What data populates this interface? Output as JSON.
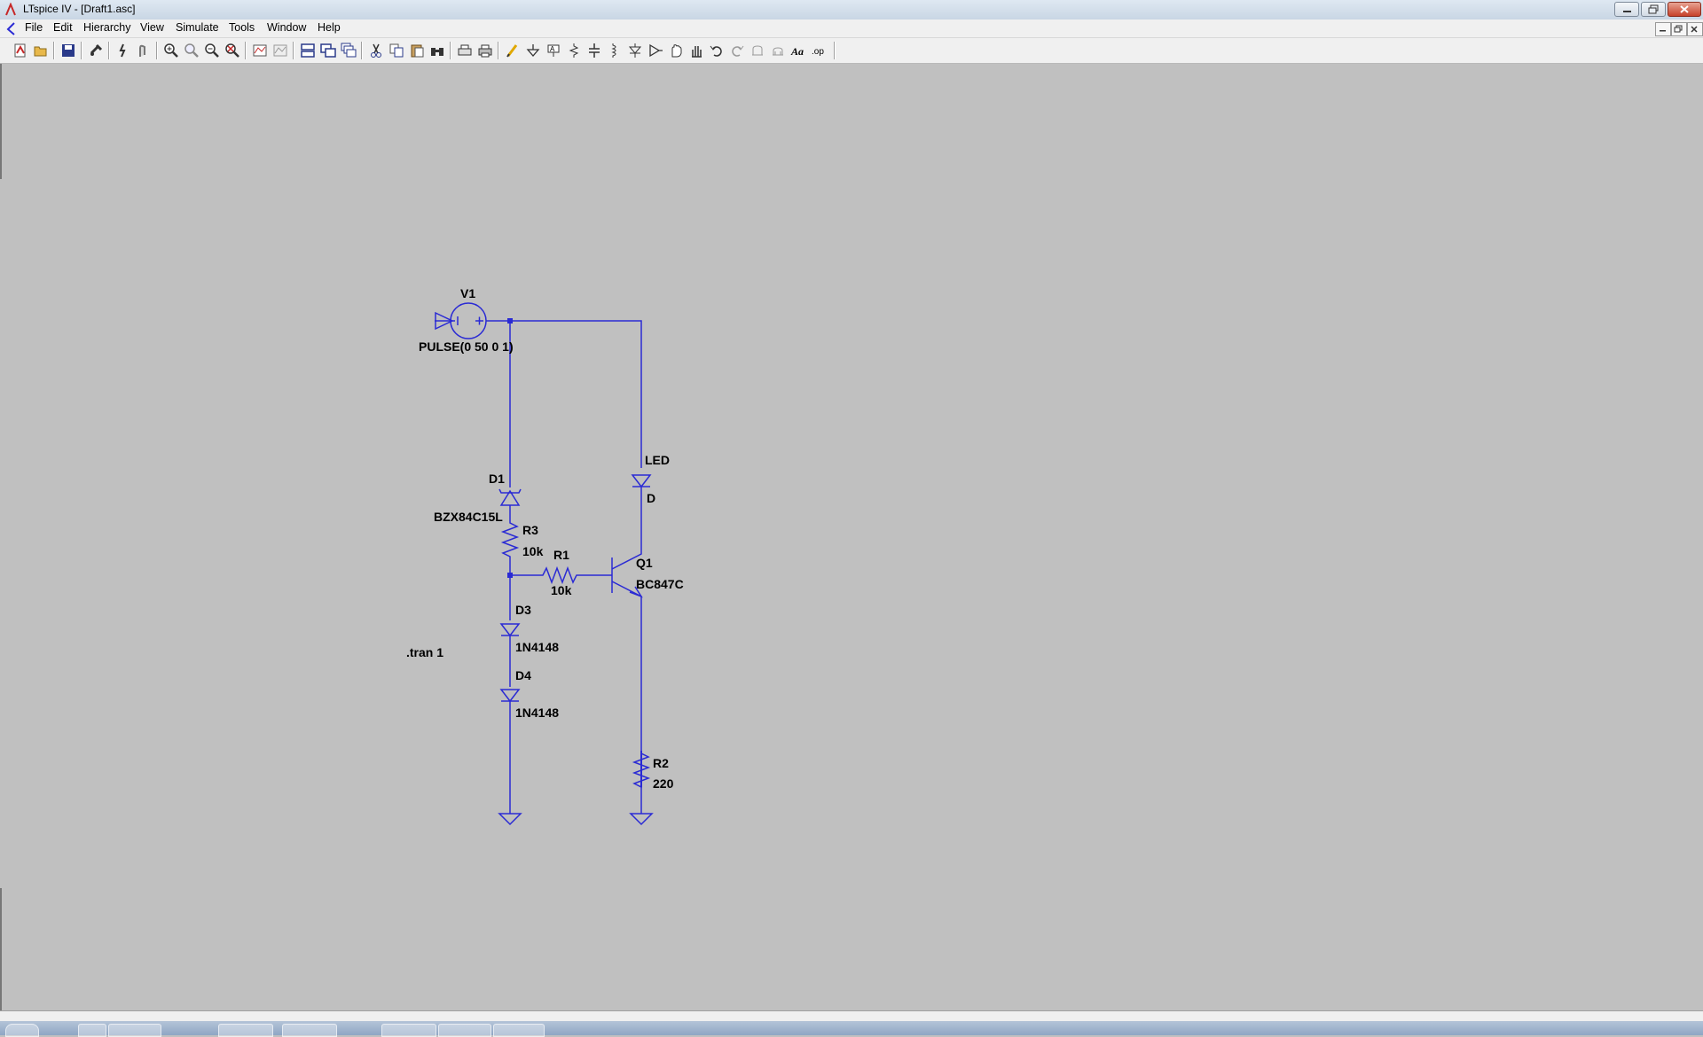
{
  "window": {
    "title": "LTspice IV - [Draft1.asc]"
  },
  "menu": {
    "items": [
      {
        "label": "File"
      },
      {
        "label": "Edit"
      },
      {
        "label": "Hierarchy"
      },
      {
        "label": "View"
      },
      {
        "label": "Simulate"
      },
      {
        "label": "Tools"
      },
      {
        "label": "Window"
      },
      {
        "label": "Help"
      }
    ]
  },
  "toolbar": {
    "buttons": [
      "new-schematic-icon",
      "open-icon",
      "save-icon",
      "control-panel-icon",
      "halt-icon",
      "run-icon",
      "zoom-in-icon",
      "zoom-area-icon",
      "zoom-out-icon",
      "zoom-fit-icon",
      "autorange-icon",
      "delete-waveform-icon",
      "tile-horizontal-icon",
      "tile-vertical-icon",
      "cascade-icon",
      "cut-icon",
      "copy-icon",
      "paste-icon",
      "find-icon",
      "print-setup-icon",
      "print-icon",
      "draw-wire-icon",
      "ground-icon",
      "label-net-icon",
      "resistor-icon",
      "capacitor-icon",
      "inductor-icon",
      "diode-icon",
      "component-icon",
      "move-icon",
      "drag-icon",
      "undo-icon",
      "redo-icon",
      "rotate-icon",
      "mirror-icon",
      "text-icon",
      "spice-directive-icon"
    ]
  },
  "schematic": {
    "wire_color": "#2a2ad4",
    "labels": {
      "v1_name": "V1",
      "v1_value": "PULSE(0 50 0 1)",
      "d1_name": "D1",
      "d1_value": "BZX84C15L",
      "r3_name": "R3",
      "r3_value": "10k",
      "r1_name": "R1",
      "r1_value": "10k",
      "d3_name": "D3",
      "d3_value": "1N4148",
      "d4_name": "D4",
      "d4_value": "1N4148",
      "led_name": "LED",
      "led_value": "D",
      "q1_name": "Q1",
      "q1_value": "BC847C",
      "r2_name": "R2",
      "r2_value": "220",
      "directive": ".tran 1"
    }
  }
}
